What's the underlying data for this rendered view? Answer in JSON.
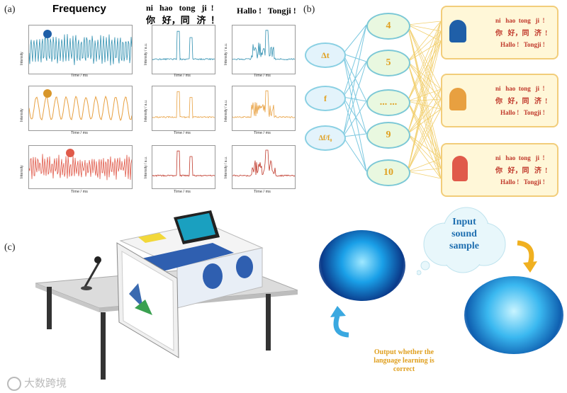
{
  "panel_labels": {
    "a": "(a)",
    "b": "(b)",
    "c": "(c)"
  },
  "headers": {
    "frequency": "Frequency",
    "phrase1_line1": "ni   hao   tong   ji  !",
    "phrase1_line2": "你   好，同   济  ！",
    "phrase2": "Hallo !   Tongji !"
  },
  "plots": {
    "y_intensity": "Intensity",
    "y_intensity_au": "Intensity / a.u.",
    "x_time": "Time / ms"
  },
  "network": {
    "inputs": [
      "Δt",
      "f",
      "Δf/f₀"
    ],
    "hidden": [
      "4",
      "5",
      "... ...",
      "9",
      "10"
    ],
    "outputs": [
      {
        "line1": "ni   hao  tong   ji  !",
        "line2": "你   好，同   济  !",
        "line3": "Hallo !   Tongji !"
      },
      {
        "line1": "ni   hao  tong   ji  !",
        "line2": "你   好，同   济  !",
        "line3": "Hallo !   Tongji !"
      },
      {
        "line1": "ni   hao  tong   ji  !",
        "line2": "你   好，同   济  !",
        "line3": "Hallo !   Tongji !"
      }
    ]
  },
  "panel_c": {
    "input_bubble": "Input\nsound\nsample",
    "output_text": "Output whether the\nlanguage learning is\ncorrect"
  },
  "watermark": "大数跨境",
  "colors": {
    "blue": "#2f8fb0",
    "orange": "#e8a040",
    "red": "#e05a4a",
    "gold": "#e0a020",
    "neural": "#1aa0e8"
  }
}
